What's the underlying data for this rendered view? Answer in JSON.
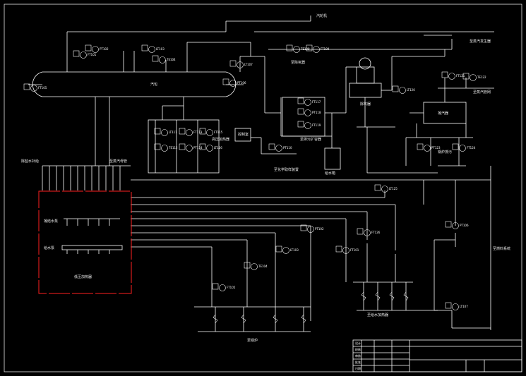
{
  "diagram": {
    "frame_color": "#e6e6e6",
    "line_color": "#ffffff",
    "highlight_color": "#ff2020",
    "drum_label": "汽包",
    "deaerator_label": "除氧器",
    "condenser_label": "凝汽器",
    "tank_label": "给水箱",
    "control_room_label": "控制室",
    "labels": [
      "汽轮机",
      "至蒸汽发生器",
      "至蒸汽管网",
      "至除氧器",
      "至化学取样装置",
      "除盐水补给",
      "至蒸汽母管",
      "至给水加热器",
      "至锅炉",
      "凝结水泵",
      "给水泵",
      "低压加热器",
      "高压加热器",
      "至燃料系统",
      "至排污扩容器",
      "锅炉排污"
    ],
    "tags": [
      "FT101",
      "PT102",
      "LT103",
      "TE104",
      "FT105",
      "PT106",
      "LT107",
      "TE108",
      "FT109",
      "PT110",
      "LT111",
      "TE112",
      "FT113",
      "PT114",
      "FT115",
      "LT116",
      "FT117",
      "PT118",
      "FT119",
      "LT120",
      "FT121",
      "TE122",
      "PT123",
      "FT124",
      "LT125",
      "FT126"
    ],
    "title_block": [
      "设计",
      "校核",
      "审核",
      "批准",
      "日期"
    ]
  }
}
